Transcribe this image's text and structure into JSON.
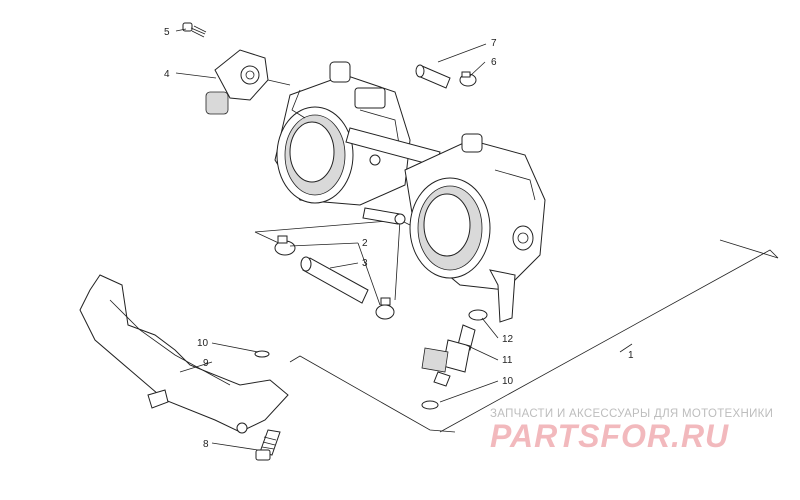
{
  "callouts": [
    {
      "id": "c1",
      "label": "1"
    },
    {
      "id": "c2",
      "label": "2"
    },
    {
      "id": "c3",
      "label": "3"
    },
    {
      "id": "c4",
      "label": "4"
    },
    {
      "id": "c5",
      "label": "5"
    },
    {
      "id": "c6",
      "label": "6"
    },
    {
      "id": "c7",
      "label": "7"
    },
    {
      "id": "c8",
      "label": "8"
    },
    {
      "id": "c9",
      "label": "9"
    },
    {
      "id": "c10a",
      "label": "10"
    },
    {
      "id": "c10b",
      "label": "10"
    },
    {
      "id": "c11",
      "label": "11"
    },
    {
      "id": "c12",
      "label": "12"
    }
  ],
  "watermark": {
    "tagline": "ЗАПЧАСТИ И АКСЕССУАРЫ ДЛЯ МОТОТЕХНИКИ",
    "logo": "PARTSFOR.RU",
    "logo_color": "#f2b9bd",
    "tagline_color": "#bdbdbd"
  }
}
